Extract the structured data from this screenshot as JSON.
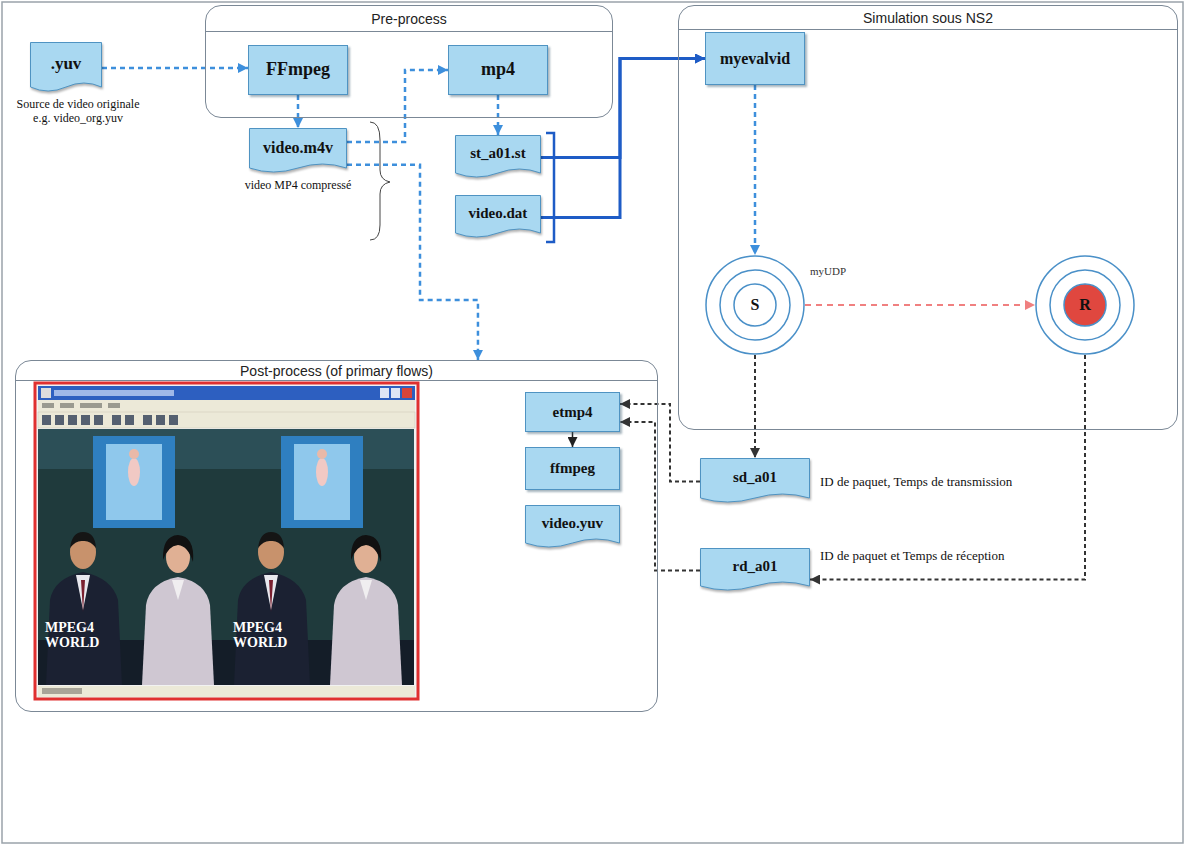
{
  "diagram": {
    "nodes": [
      {
        "text": [
          ".yuv",
          "Source de video originale e.g. video_org.yuv"
        ]
      },
      {
        "text": [
          "Pre-process"
        ]
      },
      {
        "text": [
          "FFmpeg"
        ],
        "in": 1
      },
      {
        "text": [
          "mp4"
        ],
        "in": 1
      },
      {
        "text": [
          "Simulation sous NS2"
        ]
      },
      {
        "text": [
          "myevalvid"
        ],
        "in": 4
      },
      {
        "text": [
          "S"
        ],
        "in": 4
      },
      {
        "text": [
          "R"
        ],
        "in": 4
      },
      {
        "text": [
          "video.m4v",
          "video MP4 compressé"
        ]
      },
      {
        "text": [
          "st_a01.st"
        ]
      },
      {
        "text": [
          "video.dat"
        ]
      },
      {
        "text": [
          "Post-process (of primary flows)"
        ]
      },
      {
        "text": [
          "etmp4"
        ],
        "in": 11
      },
      {
        "text": [
          "ffmpeg"
        ],
        "in": 11
      },
      {
        "text": [
          "video.yuv"
        ],
        "in": 11
      },
      {
        "text": [
          "sd_a01",
          "ID de paquet, Temps de transmission"
        ]
      },
      {
        "text": [
          "rd_a01",
          "ID de paquet et Temps de réception"
        ]
      }
    ],
    "edges": [
      {
        "from": 0,
        "to": 2,
        "arrow": "to"
      },
      {
        "from": 2,
        "to": 8,
        "arrow": "to"
      },
      {
        "from": 8,
        "to": 3,
        "arrow": "to"
      },
      {
        "from": 8,
        "to": 11,
        "arrow": "to"
      },
      {
        "from": 3,
        "to": 9,
        "arrow": "to"
      },
      {
        "from": 9,
        "to": 5,
        "arrow": "to"
      },
      {
        "from": 10,
        "to": 5,
        "arrow": "to"
      },
      {
        "from": 5,
        "to": 6,
        "arrow": "to"
      },
      {
        "from": 6,
        "to": 7,
        "label": "myUDP",
        "arrow": "to"
      },
      {
        "from": 6,
        "to": 15,
        "arrow": "to"
      },
      {
        "from": 7,
        "to": 16,
        "arrow": "to"
      },
      {
        "from": 15,
        "to": 12,
        "arrow": "to"
      },
      {
        "from": 16,
        "to": 12,
        "arrow": "to"
      },
      {
        "from": 12,
        "to": 13,
        "arrow": "to"
      }
    ],
    "labels": [
      "MPEG4 WORLD",
      "MPEG4 WORLD"
    ]
  }
}
